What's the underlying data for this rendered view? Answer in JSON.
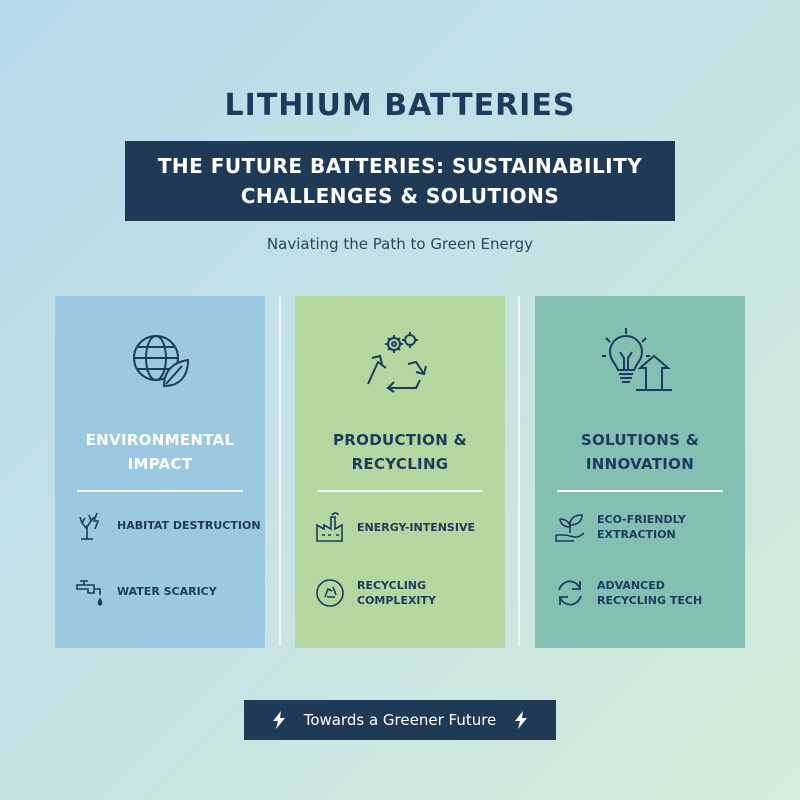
{
  "header": {
    "title": "LITHIUM BATTERIES",
    "banner_line1": "THE FUTURE BATTERIES: SUSTAINABILITY",
    "banner_line2": "CHALLENGES & SOLUTIONS",
    "subtitle": "Naviating the Path to Green Energy"
  },
  "cards": [
    {
      "title_line1": "ENVIRONMENTAL",
      "title_line2": "IMPACT",
      "icon": "globe-leaf-icon",
      "items": [
        {
          "icon": "habitat-tree-icon",
          "line1": "HABITAT DESTRUCTION"
        },
        {
          "icon": "water-faucet-icon",
          "line1": "WATER SCARICY"
        }
      ]
    },
    {
      "title_line1": "PRODUCTION &",
      "title_line2": "RECYCLING",
      "icon": "gears-recycle-icon",
      "items": [
        {
          "icon": "factory-icon",
          "line1": "ENERGY-INTENSIVE"
        },
        {
          "icon": "recycle-circle-icon",
          "line1": "RECYCLING COMPLEXITY"
        }
      ]
    },
    {
      "title_line1": "SOLUTIONS &",
      "title_line2": "INNOVATION",
      "icon": "lightbulb-arrow-icon",
      "items": [
        {
          "icon": "sprout-hand-icon",
          "line1": "ECO-FRIENDLY",
          "line2": "EXTRACTION"
        },
        {
          "icon": "refresh-arrows-icon",
          "line1": "ADVANCED",
          "line2": "RECYCLING TECH"
        }
      ]
    }
  ],
  "footer": {
    "label": "Towards a Greener Future",
    "icon": "lightning-bolt-icon"
  },
  "colors": {
    "navy": "#1f3a56",
    "card_blue": "#9cc9e2",
    "card_green": "#b4d69f",
    "card_teal": "#83c0b1"
  }
}
